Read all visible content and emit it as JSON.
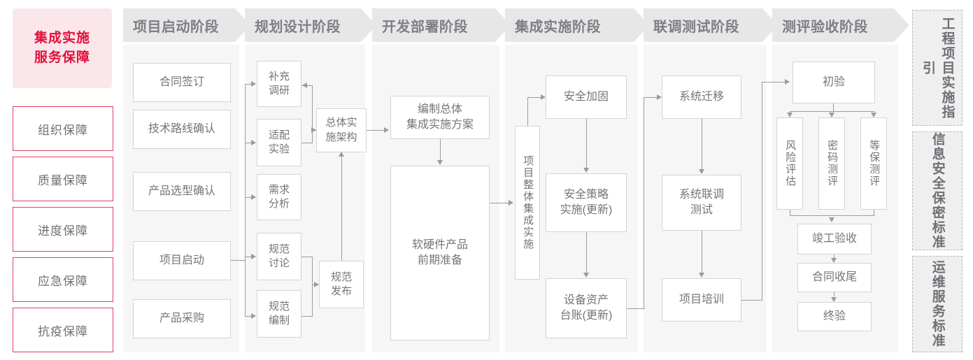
{
  "guarantee": {
    "title": "集成实施\n服务保障",
    "title_line1": "集成实施",
    "title_line2": "服务保障",
    "items": [
      {
        "label": "组织保障"
      },
      {
        "label": "质量保障"
      },
      {
        "label": "进度保障"
      },
      {
        "label": "应急保障"
      },
      {
        "label": "抗疫保障"
      }
    ],
    "accent_fill": "#fbe6ea",
    "accent_text": "#e2103a",
    "accent_border": "#e0405e"
  },
  "phases": [
    {
      "name": "项目启动阶段"
    },
    {
      "name": "规划设计阶段"
    },
    {
      "name": "开发部署阶段"
    },
    {
      "name": "集成实施阶段"
    },
    {
      "name": "联调测试阶段"
    },
    {
      "name": "测评验收阶段"
    }
  ],
  "nodes": {
    "p1": [
      {
        "label": "合同签订"
      },
      {
        "label": "技术路线确认"
      },
      {
        "label": "产品选型确认"
      },
      {
        "label": "项目启动"
      },
      {
        "label": "产品采购"
      }
    ],
    "p2": [
      {
        "label": "补充\n调研",
        "l1": "补充",
        "l2": "调研"
      },
      {
        "label": "适配\n实验",
        "l1": "适配",
        "l2": "实验"
      },
      {
        "label": "需求\n分析",
        "l1": "需求",
        "l2": "分析"
      },
      {
        "label": "规范\n讨论",
        "l1": "规范",
        "l2": "讨论"
      },
      {
        "label": "规范\n编制",
        "l1": "规范",
        "l2": "编制"
      },
      {
        "label": "总体实\n施架构",
        "l1": "总体实",
        "l2": "施架构"
      },
      {
        "label": "规范\n发布",
        "l1": "规范",
        "l2": "发布"
      }
    ],
    "p3": [
      {
        "label": "编制总体\n集成实施方案",
        "l1": "编制总体",
        "l2": "集成实施方案"
      },
      {
        "label": "软硬件产品\n前期准备",
        "l1": "软硬件产品",
        "l2": "前期准备"
      }
    ],
    "p4": [
      {
        "label": "项目整体集成实施"
      },
      {
        "label": "安全加固"
      },
      {
        "label": "安全策略\n实施(更新)",
        "l1": "安全策略",
        "l2": "实施(更新)"
      },
      {
        "label": "设备资产\n台账(更新)",
        "l1": "设备资产",
        "l2": "台账(更新)"
      }
    ],
    "p5": [
      {
        "label": "系统迁移"
      },
      {
        "label": "系统联调\n测试",
        "l1": "系统联调",
        "l2": "测试"
      },
      {
        "label": "项目培训"
      }
    ],
    "p6": [
      {
        "label": "初验"
      },
      {
        "label": "风险评估"
      },
      {
        "label": "密码测评"
      },
      {
        "label": "等保测评"
      },
      {
        "label": "竣工验收"
      },
      {
        "label": "合同收尾"
      },
      {
        "label": "终验"
      }
    ]
  },
  "standards": [
    {
      "label": "工程项目实施指引",
      "col_right": "程目施引",
      "col_left": "工项实指"
    },
    {
      "label": "信息安全保密标准",
      "col_right": "息全密准",
      "col_left": "信安保标"
    },
    {
      "label": "运维服务标准",
      "col_right": "维务准",
      "col_left": "运服标"
    }
  ],
  "colors": {
    "band_bg": "#f6f6f6",
    "header_bg": "#e7e7e7",
    "node_border": "#d3d4d6",
    "connector": "#9a9b9f",
    "text": "#74757b"
  }
}
